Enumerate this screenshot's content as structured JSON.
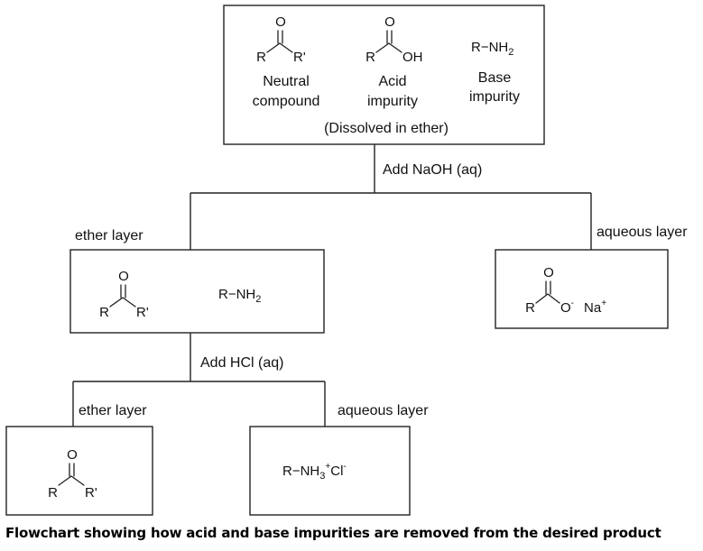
{
  "top_box": {
    "neutral_label_1": "Neutral",
    "neutral_label_2": "compound",
    "acid_label_1": "Acid",
    "acid_label_2": "impurity",
    "base_label_1": "Base",
    "base_label_2": "impurity",
    "dissolved_note": "(Dissolved in ether)"
  },
  "steps": {
    "step1": "Add NaOH (aq)",
    "step2": "Add HCl (aq)"
  },
  "layers": {
    "ether_layer_1": "ether layer",
    "aqueous_layer_1": "aqueous layer",
    "ether_layer_2": "ether layer",
    "aqueous_layer_2": "aqueous layer"
  },
  "atoms": {
    "o": "O",
    "r": "R",
    "r_prime": "R'",
    "oh": "OH",
    "amine_main": "R−NH",
    "amine_sub": "2",
    "carboxylate_o": "O",
    "carboxylate_charge": "-",
    "sodium": "Na",
    "sodium_charge": "+",
    "ammonium_main": "R−NH",
    "ammonium_sub": "3",
    "ammonium_charge": "+",
    "chloride": "Cl",
    "chloride_charge": "-"
  },
  "caption": "Flowchart showing how acid and base impurities are removed from the desired product"
}
